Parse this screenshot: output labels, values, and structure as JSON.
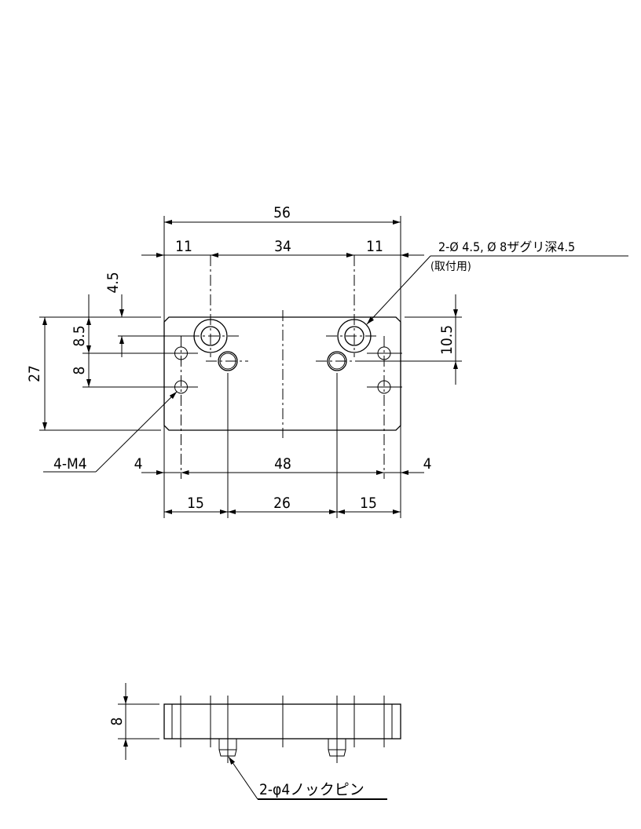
{
  "drawing": {
    "plan_view": {
      "dims": {
        "overall_width": "56",
        "left_offset": "11",
        "hole_pitch": "34",
        "right_offset": "11",
        "height": "27",
        "top_to_hole": "4.5",
        "m4_top": "8.5",
        "m4_pitch": "8",
        "pin_from_top": "10.5",
        "m4_left_edge": "4",
        "m4_pitch_x": "48",
        "m4_right_edge": "4",
        "pin_left": "15",
        "pin_pitch": "26",
        "pin_right": "15"
      },
      "notes": {
        "counterbore": "2-Ø 4.5, Ø 8ザグリ深4.5",
        "counterbore_sub": "(取付用)",
        "tapped": "4-M4"
      }
    },
    "side_view": {
      "dims": {
        "thickness": "8"
      },
      "notes": {
        "pins": "2-φ4ノックピン"
      }
    }
  }
}
